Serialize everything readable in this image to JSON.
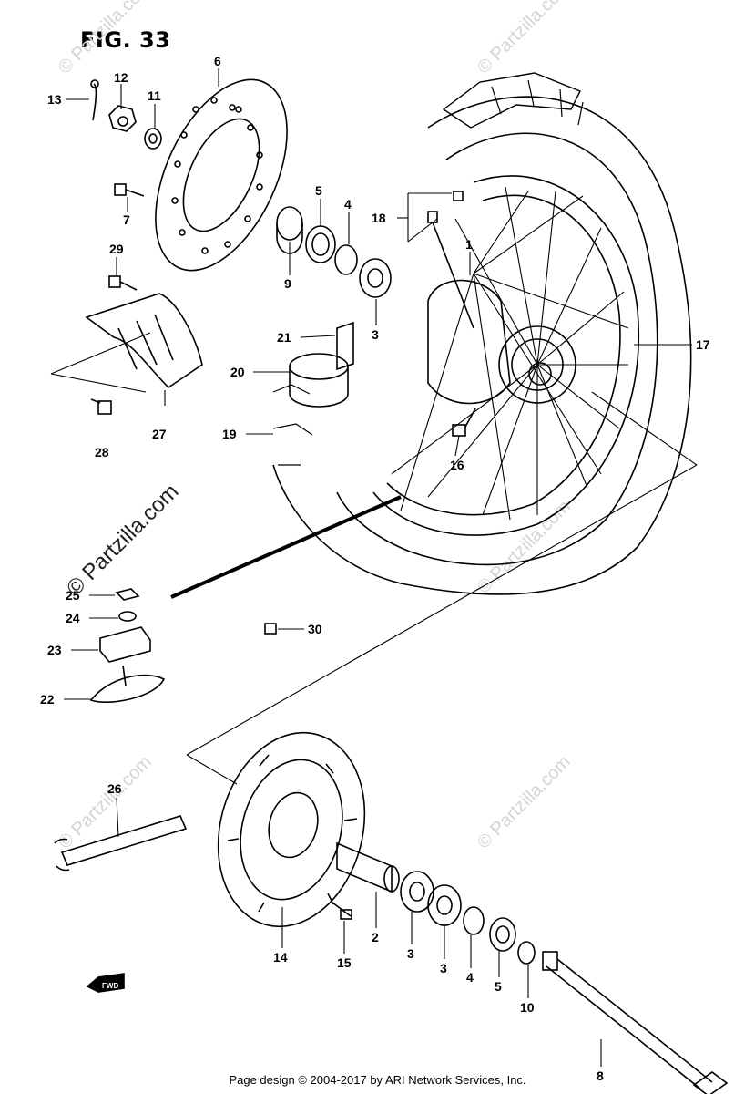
{
  "figure": {
    "title": "FIG. 33"
  },
  "watermark": {
    "text": "© Partzilla.com",
    "text_faint": "© Partzilla.com",
    "color": "#d4d4d4"
  },
  "footer": {
    "text": "Page design © 2004-2017 by ARI Network Services, Inc."
  },
  "fwd_badge": "FWD",
  "callouts": {
    "c1": "1",
    "c2a": "2",
    "c3a": "3",
    "c3b": "3",
    "c3c": "3",
    "c4a": "4",
    "c4b": "4",
    "c5a": "5",
    "c5b": "5",
    "c6": "6",
    "c7": "7",
    "c8": "8",
    "c9": "9",
    "c10": "10",
    "c11": "11",
    "c12": "12",
    "c13": "13",
    "c14": "14",
    "c15": "15",
    "c16": "16",
    "c17": "17",
    "c18": "18",
    "c19": "19",
    "c20": "20",
    "c21": "21",
    "c22": "22",
    "c23": "23",
    "c24": "24",
    "c25": "25",
    "c26": "26",
    "c27": "27",
    "c28": "28",
    "c29": "29",
    "c30": "30"
  }
}
